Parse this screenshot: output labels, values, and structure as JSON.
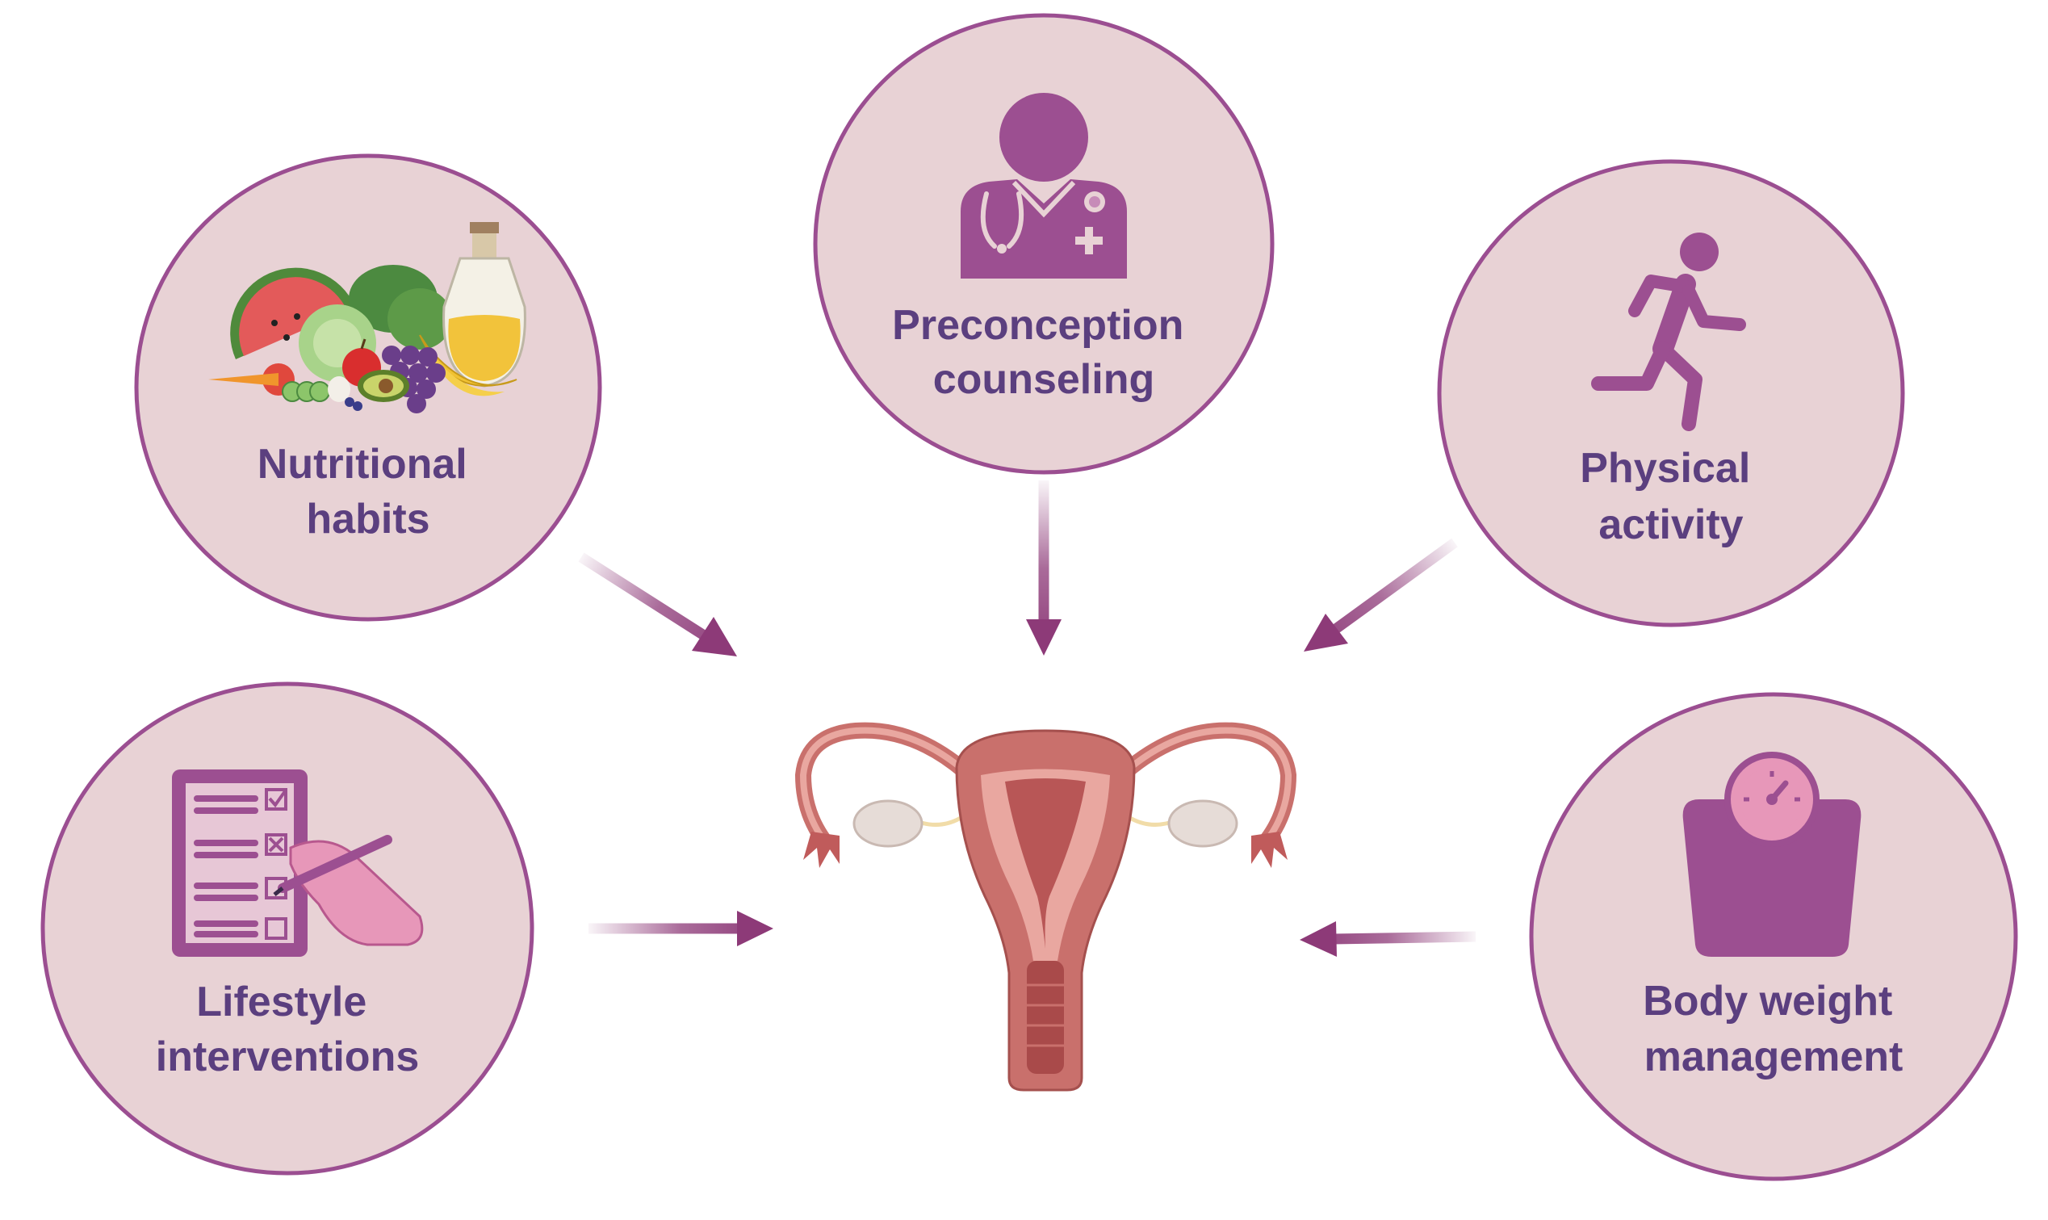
{
  "colors": {
    "circle_fill": "#e8d2d5",
    "circle_stroke": "#9b4e91",
    "label_text": "#5b3f7f",
    "icon_purple": "#9c4f91",
    "arrow": "#8d3a78",
    "uterus_body": "#c9706c",
    "uterus_inner": "#e9a7a0",
    "ovary": "#e6dcd7"
  },
  "center": {
    "name": "uterus",
    "icon": "uterus-illustration"
  },
  "nodes": [
    {
      "id": "nutritional-habits",
      "label_line1": "Nutritional",
      "label_line2": "habits",
      "icon": "fruits-vegetables-icon"
    },
    {
      "id": "preconception-counseling",
      "label_line1": "Preconception",
      "label_line2": "counseling",
      "icon": "doctor-icon"
    },
    {
      "id": "physical-activity",
      "label_line1": "Physical",
      "label_line2": "activity",
      "icon": "running-person-icon"
    },
    {
      "id": "lifestyle-interventions",
      "label_line1": "Lifestyle",
      "label_line2": "interventions",
      "icon": "checklist-icon"
    },
    {
      "id": "body-weight-management",
      "label_line1": "Body weight",
      "label_line2": "management",
      "icon": "scale-icon"
    }
  ]
}
